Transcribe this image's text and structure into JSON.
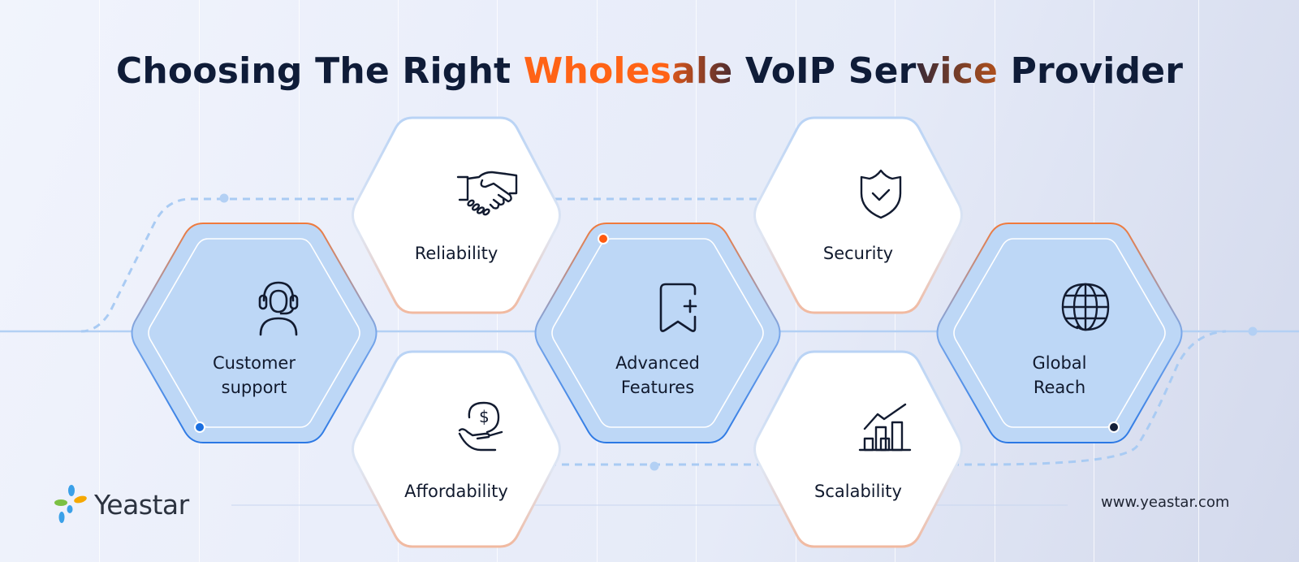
{
  "title": {
    "part1": "Choosing The Right ",
    "highlight_a": "Wholes",
    "highlight_b": "ale",
    "part2": " VoIP Ser",
    "highlight_c": "vice",
    "part3": " Provider",
    "full": "Choosing The Right Wholesale VoIP Service Provider"
  },
  "colors": {
    "title_dark": "#0f1c38",
    "accent_orange": "#ff6316",
    "hex_blue_fill": "#bdd7f6",
    "hex_white_fill": "#ffffff",
    "connector_blue": "#a9cbf3",
    "dot_blue": "#1a6fe0",
    "dot_orange": "#ff5a10",
    "dot_dark": "#14203a"
  },
  "factors": [
    {
      "label_line1": "Customer",
      "label_line2": "support",
      "icon": "headset-agent-icon",
      "style": "blue"
    },
    {
      "label_line1": "Reliability",
      "label_line2": "",
      "icon": "handshake-icon",
      "style": "white"
    },
    {
      "label_line1": "Affordability",
      "label_line2": "",
      "icon": "hand-coin-dollar-icon",
      "style": "white"
    },
    {
      "label_line1": "Advanced",
      "label_line2": "Features",
      "icon": "bookmark-plus-icon",
      "style": "blue"
    },
    {
      "label_line1": "Security",
      "label_line2": "",
      "icon": "shield-check-icon",
      "style": "white"
    },
    {
      "label_line1": "Scalability",
      "label_line2": "",
      "icon": "growth-bar-chart-icon",
      "style": "white"
    },
    {
      "label_line1": "Global",
      "label_line2": "Reach",
      "icon": "globe-icon",
      "style": "blue"
    }
  ],
  "footer": {
    "brand": "Yeastar",
    "website": "www.yeastar.com"
  }
}
